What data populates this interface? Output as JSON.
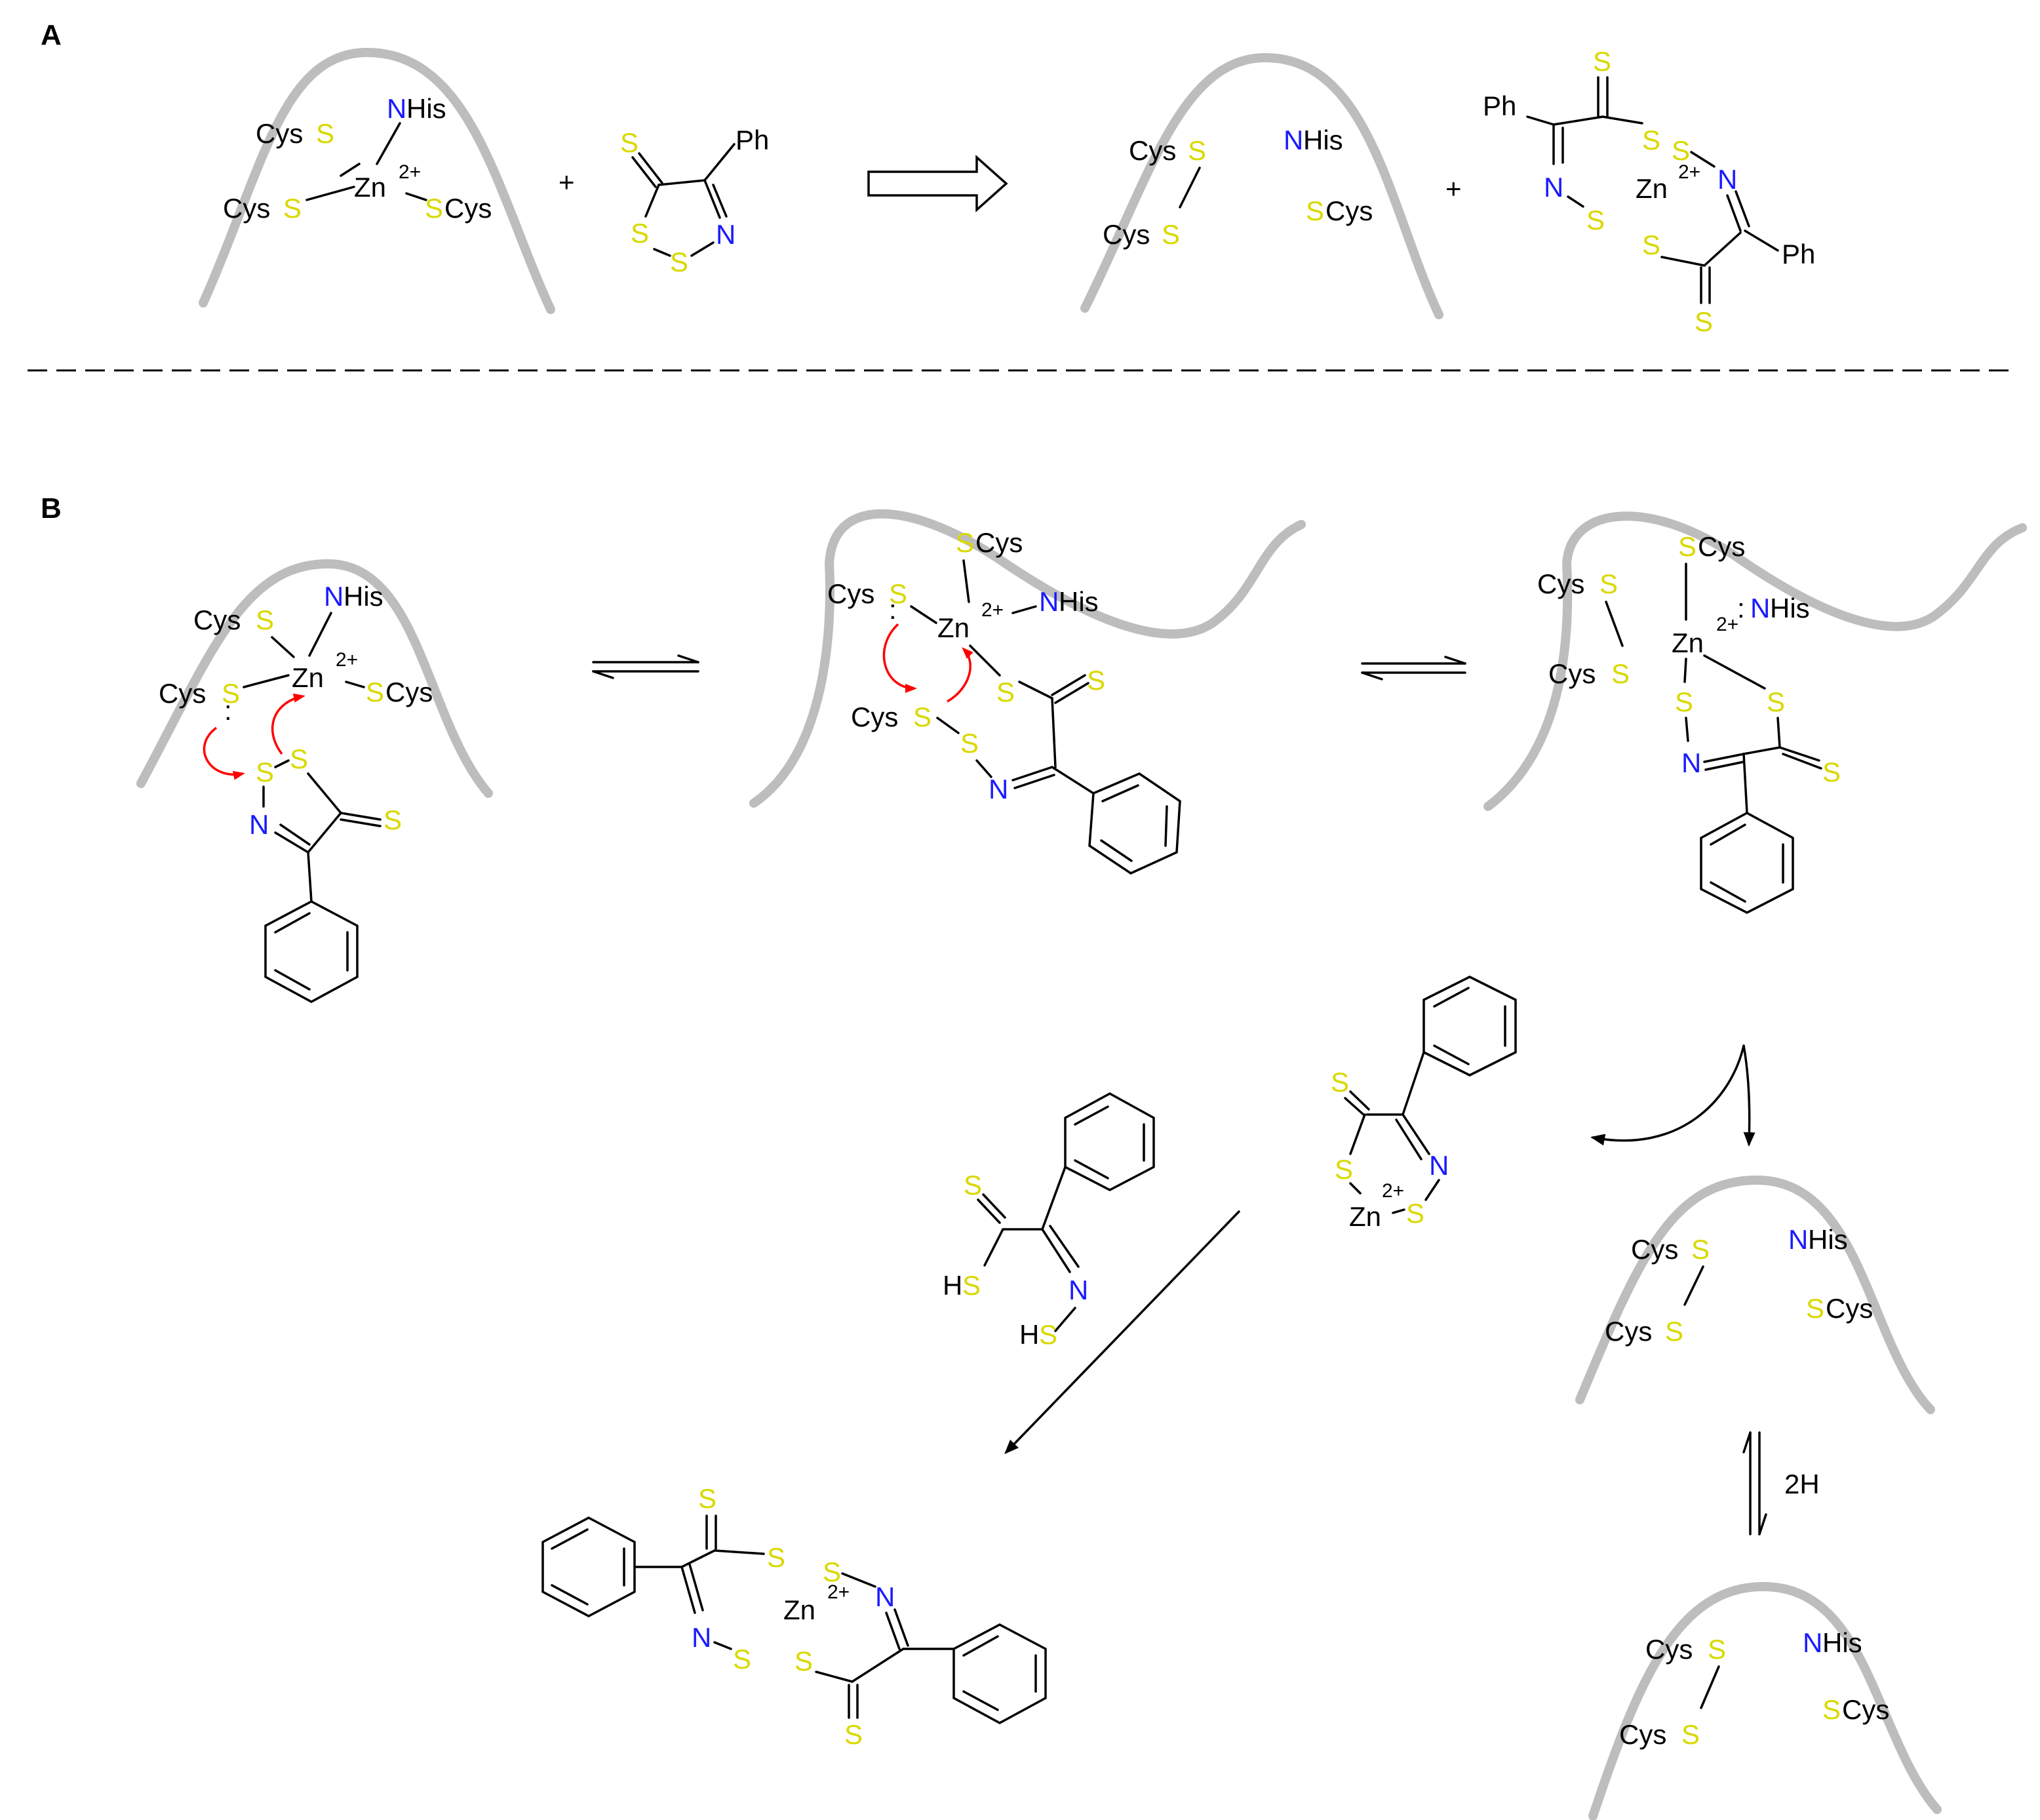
{
  "panels": {
    "a": "A",
    "b": "B"
  },
  "atoms": {
    "S": "S",
    "N": "N",
    "Cys": "Cys",
    "His": "His",
    "Zn": "Zn",
    "Ph": "Ph",
    "H": "H",
    "charge": "2+",
    "plus": "+",
    "lone_pair": ":"
  },
  "conditions": {
    "two_h": "2H"
  },
  "colors": {
    "sulfur": "#d9d900",
    "nitrogen": "#1a1aff",
    "protein": "#bdbdbd",
    "arrow_curved": "#ff0000"
  }
}
